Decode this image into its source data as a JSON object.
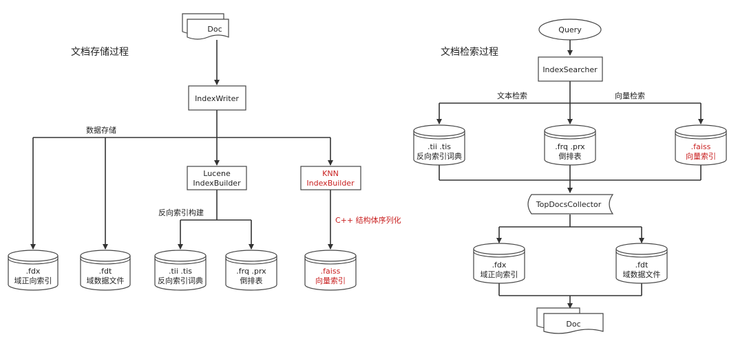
{
  "left": {
    "title": "文档存储过程",
    "doc": "Doc",
    "index_writer": "IndexWriter",
    "data_store_label": "数据存储",
    "lucene": [
      "Lucene",
      "IndexBuilder"
    ],
    "knn": [
      "KNN",
      "IndexBuilder"
    ],
    "inverted_build_label": "反向索引构建",
    "cpp_label": "C++ 结构体序列化",
    "fdx": [
      ".fdx",
      "域正向索引"
    ],
    "fdt": [
      ".fdt",
      "域数据文件"
    ],
    "tii": [
      ".tii  .tis",
      "反向索引词典"
    ],
    "frq": [
      ".frq  .prx",
      "倒排表"
    ],
    "faiss": [
      ".faiss",
      "向量索引"
    ]
  },
  "right": {
    "title": "文档检索过程",
    "query": "Query",
    "index_searcher": "IndexSearcher",
    "text_search_label": "文本检索",
    "vector_search_label": "向量检索",
    "tii": [
      ".tii  .tis",
      "反向索引词典"
    ],
    "frq": [
      ".frq  .prx",
      "倒排表"
    ],
    "faiss": [
      ".faiss",
      "向量索引"
    ],
    "collector": "TopDocsCollector",
    "fdx": [
      ".fdx",
      "域正向索引"
    ],
    "fdt": [
      ".fdt",
      "域数据文件"
    ],
    "doc": "Doc"
  },
  "colors": {
    "red": "#c81e1e",
    "line": "#333333"
  }
}
